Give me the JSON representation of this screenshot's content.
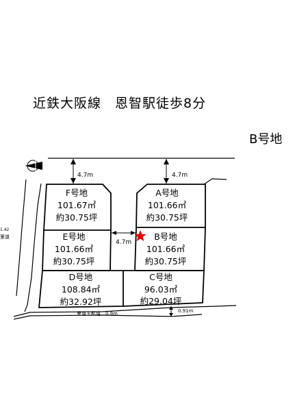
{
  "header": {
    "line_station": "近鉄大阪線　恩智駅徒歩8分",
    "featured_lot": "B号地"
  },
  "plan": {
    "setbacks": [
      "4.7m",
      "4.7m",
      "4.7m"
    ],
    "lots": [
      {
        "id": "F",
        "name": "F号地",
        "area_m2": "101.67㎡",
        "area_tsubo": "約30.75坪"
      },
      {
        "id": "A",
        "name": "A号地",
        "area_m2": "101.66㎡",
        "area_tsubo": "約30.75坪"
      },
      {
        "id": "E",
        "name": "E号地",
        "area_m2": "101.66㎡",
        "area_tsubo": "約30.75坪"
      },
      {
        "id": "B",
        "name": "B号地",
        "area_m2": "101.66㎡",
        "area_tsubo": "約30.75坪",
        "highlighted": true
      },
      {
        "id": "D",
        "name": "D号地",
        "area_m2": "108.84㎡",
        "area_tsubo": "約32.92坪"
      },
      {
        "id": "C",
        "name": "C号地",
        "area_m2": "96.03㎡",
        "area_tsubo": "約29.04坪"
      }
    ],
    "roads": {
      "left_width": "1.42",
      "left_label": "里道",
      "bottom_label": "里道＋私道　0.9m",
      "bottom_right_width": "0.91m"
    },
    "marker_color": "#e60000",
    "compass": "north-arrow-icon"
  }
}
